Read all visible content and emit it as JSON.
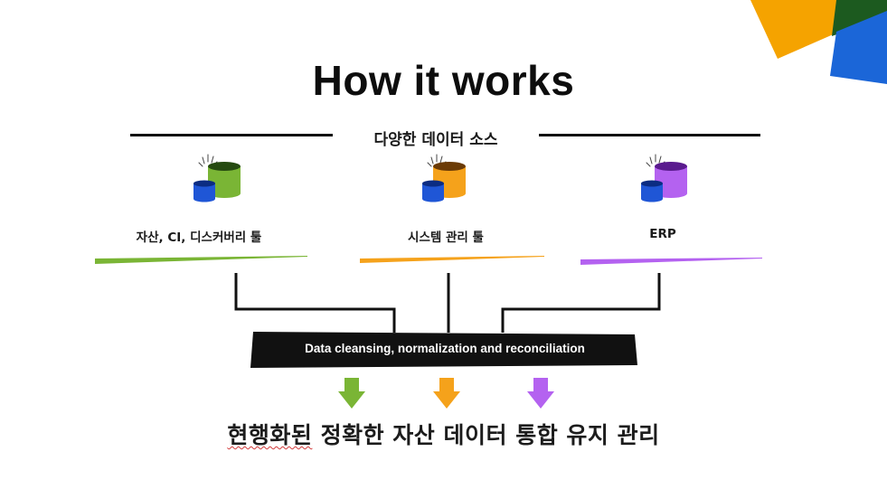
{
  "title": "How it works",
  "sources_label": "다양한 데이터 소스",
  "sources": [
    {
      "label": "자산, CI, 디스커버리 툴",
      "color": "#7ab535",
      "icon": "database-icon"
    },
    {
      "label": "시스템 관리 툴",
      "color": "#f5a21b",
      "icon": "database-icon"
    },
    {
      "label": "ERP",
      "color": "#b462f0",
      "icon": "database-icon"
    }
  ],
  "secondary_db_color": "#1f56d6",
  "process_label": "Data cleansing, normalization and reconciliation",
  "result": {
    "underlined": "현행화된",
    "rest": " 정확한 자산 데이터 통합 유지 관리"
  },
  "corner_colors": {
    "orange": "#f5a300",
    "green": "#1c5a1f",
    "blue": "#1b66d8"
  }
}
